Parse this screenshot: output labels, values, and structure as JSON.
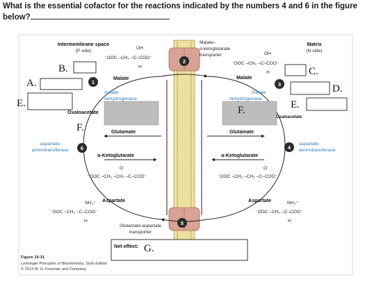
{
  "question": "What is the essential cofactor for the reactions indicated by the numbers 4 and 6 in the figure below?",
  "sides": {
    "left_title": "Intermembrane space",
    "left_sub": "(P side)",
    "right_title": "Matrix",
    "right_sub": "(N side)"
  },
  "transporter_top": [
    "Malate–",
    "α-ketoglutarate",
    "transporter"
  ],
  "transporter_bottom": [
    "Glutamate-aspartate",
    "transporter"
  ],
  "formulas": {
    "oh": "OH",
    "h": "H",
    "o": "O",
    "nh3": "NH₃⁺",
    "malate": "⁻OOC –CH₂ –C–COO⁻",
    "akg": "⁻OOC –CH₂ –CH₂ –C–COO⁻",
    "asp": "⁻OOC –CH₂ –C–COO⁻"
  },
  "metabolites": {
    "malate": "Malate",
    "oxaloacetate": "Oxaloacetate",
    "glutamate": "Glutamate",
    "aketoglutarate": "α-Ketoglutarate",
    "aspartate": "Aspartate"
  },
  "enzymes": {
    "malate_dh_1": "malate",
    "malate_dh_2": "dehydrogenase",
    "asp_at_1": "aspartate",
    "asp_at_2": "aminotransferase"
  },
  "steps": [
    "1",
    "2",
    "3",
    "4",
    "5",
    "6"
  ],
  "blank_labels": {
    "A": "A.",
    "B": "B.",
    "C": "C.",
    "D": "D.",
    "E": "E.",
    "F": "F.",
    "G": "G."
  },
  "net_effect": "Net effect:",
  "caption": {
    "title": "Figure 19-31",
    "source": "Lehninger Principles of Biochemistry, Sixth Edition",
    "copyright": "© 2013 W. H. Freeman and Company"
  },
  "colors": {
    "membrane": "#f1e6a6",
    "transporter": "#d9a394",
    "gray_box": "#bdbdbd",
    "enzyme_blue": "#2a7ab8"
  }
}
